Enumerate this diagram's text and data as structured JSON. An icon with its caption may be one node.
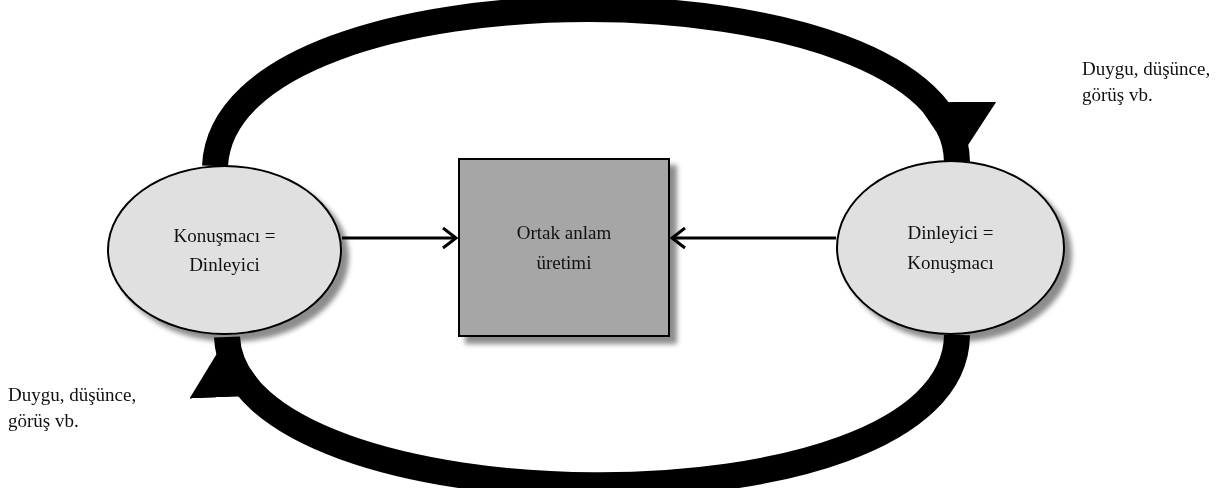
{
  "diagram": {
    "nodes": [
      {
        "text": [
          "Konuşmacı = Dinleyici"
        ]
      },
      {
        "text": [
          "Ortak anlam üretimi"
        ]
      },
      {
        "text": [
          "Dinleyici = Konuşmacı"
        ]
      }
    ],
    "edges": [
      {
        "from": 0,
        "to": 1,
        "arrow": "to"
      },
      {
        "from": 2,
        "to": 1,
        "arrow": "to"
      },
      {
        "from": 0,
        "to": 2,
        "arrow": "to",
        "style": "thick"
      },
      {
        "from": 2,
        "to": 0,
        "arrow": "to",
        "style": "thick"
      }
    ],
    "labels": [
      "Duygu, düşünce, görüş vb.",
      "Duygu, düşünce, görüş vb."
    ]
  }
}
